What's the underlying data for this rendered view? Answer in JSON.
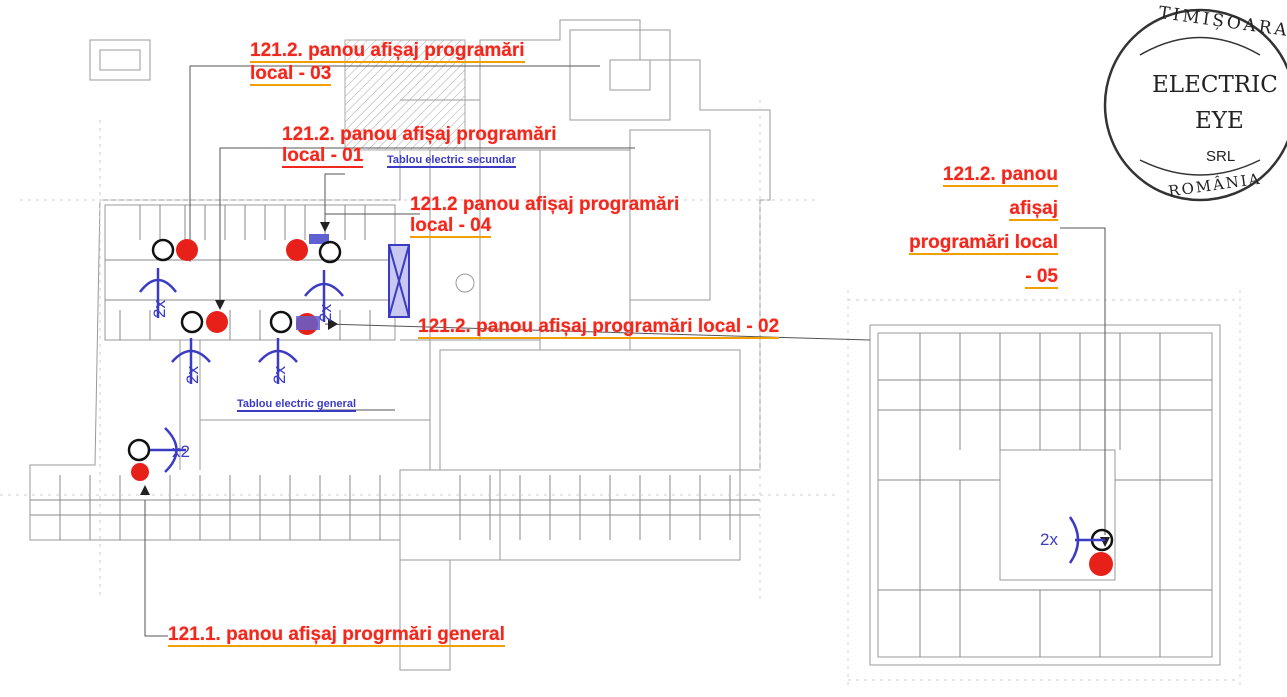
{
  "labels": {
    "panel_03_line1": "121.2. panou afișaj programări",
    "panel_03_line2": "local - 03",
    "panel_01_line1": "121.2. panou afișaj programări",
    "panel_01_line2": "local - 01",
    "panel_04_line1": "121.2 panou afișaj programări",
    "panel_04_line2": "local - 04",
    "panel_02": "121.2. panou afișaj programări local - 02",
    "panel_05_line1": "121.2. panou",
    "panel_05_line2": "afișaj",
    "panel_05_line3": "programări local",
    "panel_05_line4": "- 05",
    "panel_general": "121.1. panou afișaj progrmări general",
    "secondary_board": "Tablou electric secundar",
    "general_board": "Tablou electric general"
  },
  "symbols": {
    "x2_marks": [
      "2x",
      "2x",
      "2x",
      "2x",
      "x2",
      "2x"
    ]
  },
  "stamp": {
    "top": "TIMIȘOARA",
    "line1": "ELECTRIC",
    "line2": "EYE",
    "line3": "SRL",
    "bottom": "ROMÂNIA"
  },
  "colors": {
    "label_red": "#f0281e",
    "marker_red": "#e8201a",
    "symbol_blue": "#3b3bc4",
    "plan_grey": "#9a9a9a"
  }
}
